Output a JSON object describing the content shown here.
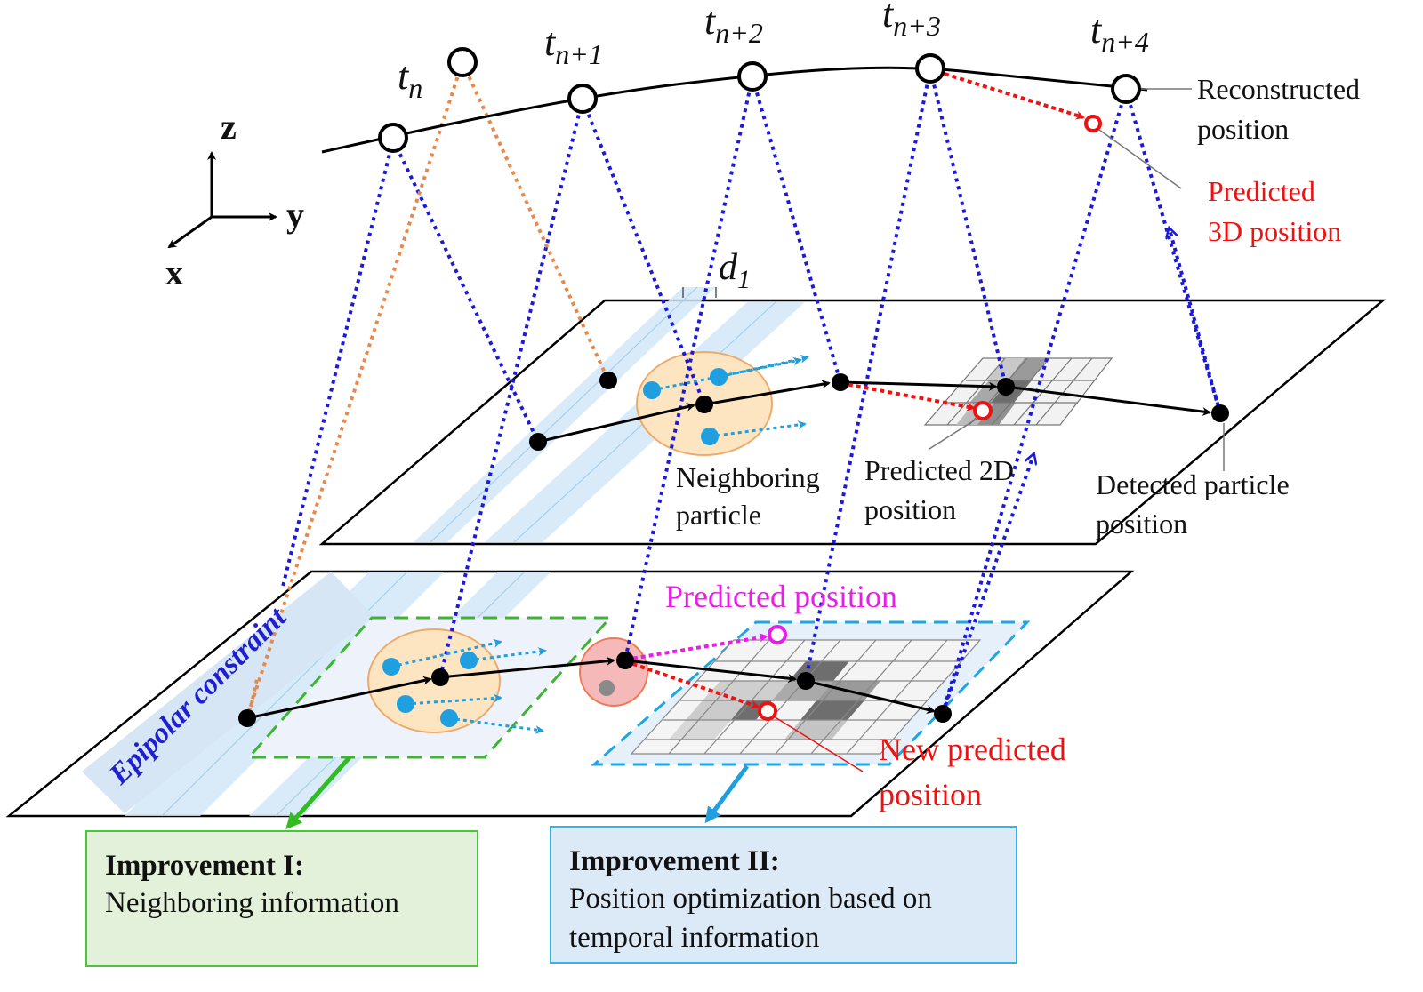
{
  "time_labels": [
    {
      "base": "t",
      "sub": "n"
    },
    {
      "base": "t",
      "sub": "n+1"
    },
    {
      "base": "t",
      "sub": "n+2"
    },
    {
      "base": "t",
      "sub": "n+3"
    },
    {
      "base": "t",
      "sub": "n+4"
    }
  ],
  "axes": {
    "z": "z",
    "y": "y",
    "x": "x"
  },
  "d1_label": {
    "base": "d",
    "sub": "1"
  },
  "annotations": {
    "reconstructed": [
      "Reconstructed",
      "position"
    ],
    "predicted_3d": [
      "Predicted",
      "3D position"
    ],
    "neighboring": [
      "Neighboring",
      "particle"
    ],
    "predicted_2d": [
      "Predicted 2D",
      "position"
    ],
    "detected": [
      "Detected particle",
      "position"
    ],
    "predicted_position": "Predicted position",
    "new_predicted": [
      "New predicted",
      "position"
    ],
    "epipolar": "Epipolar constraint"
  },
  "improvements": [
    {
      "title": "Improvement I:",
      "text": "Neighboring information"
    },
    {
      "title": "Improvement II:",
      "text": "Position optimization based on temporal information"
    }
  ],
  "colors": {
    "projection": "#1a1adc",
    "orange": "#e8894a",
    "red": "#ee1111",
    "magenta": "#e61ee6",
    "cyan": "#1f9fe0",
    "green": "#2fbd22",
    "epipolar_text": "#1f1fd1"
  }
}
